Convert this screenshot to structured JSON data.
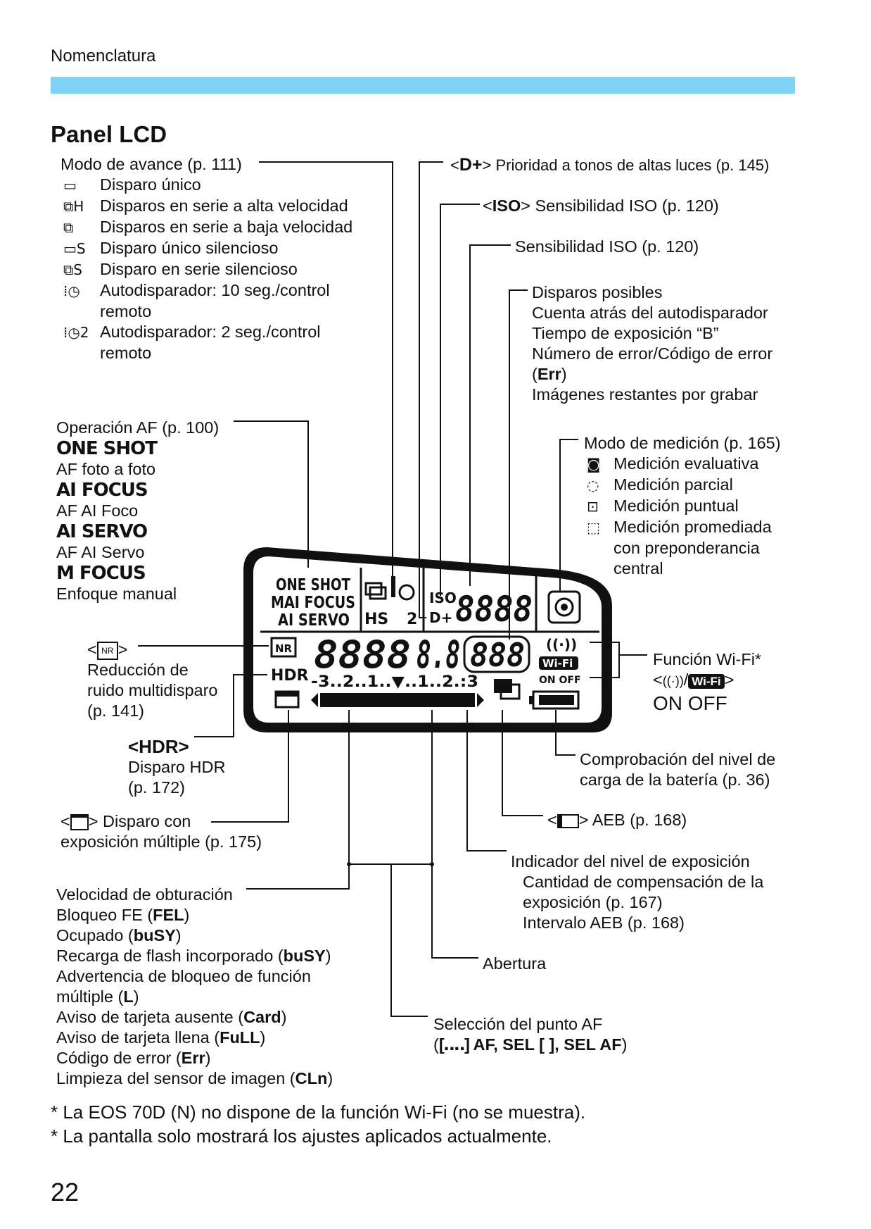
{
  "header": {
    "section": "Nomenclatura",
    "title": "Panel LCD"
  },
  "drive": {
    "label": "Modo de avance (p. 111)",
    "items": [
      {
        "icon": "single-shot-icon",
        "glyph": "▭",
        "text": "Disparo único"
      },
      {
        "icon": "continuous-high-icon",
        "glyph": "⧉H",
        "text": "Disparos en serie a alta velocidad"
      },
      {
        "icon": "continuous-low-icon",
        "glyph": "⧉",
        "text": "Disparos en serie a baja velocidad"
      },
      {
        "icon": "silent-single-icon",
        "glyph": "▭S",
        "text": "Disparo único silencioso"
      },
      {
        "icon": "silent-continuous-icon",
        "glyph": "⧉S",
        "text": "Disparo en serie silencioso"
      },
      {
        "icon": "self-timer-10-icon",
        "glyph": "⁞◷",
        "text": "Autodisparador: 10 seg./control",
        "text2": "remoto"
      },
      {
        "icon": "self-timer-2-icon",
        "glyph": "⁞◷2",
        "text": "Autodisparador: 2 seg./control",
        "text2": "remoto"
      }
    ]
  },
  "af": {
    "label": "Operación AF (p. 100)",
    "items": [
      {
        "mode": "ONE SHOT",
        "text": "AF foto a foto"
      },
      {
        "mode": "AI FOCUS",
        "text": "AF AI Foco"
      },
      {
        "mode": "AI SERVO",
        "text": "AF AI Servo"
      },
      {
        "mode": "M FOCUS",
        "text": "Enfoque manual"
      }
    ]
  },
  "nr": {
    "open": "<",
    "close": ">",
    "l1": "Reducción de",
    "l2": "ruido multidisparo",
    "l3": "(p. 141)"
  },
  "hdr": {
    "tag": "<HDR>",
    "l1": "Disparo HDR",
    "l2": "(p. 172)"
  },
  "multi": {
    "l1": "> Disparo con",
    "open": "<",
    "l2": "exposición múltiple (p. 175)"
  },
  "shutter": {
    "lines": [
      {
        "pre": "Velocidad de obturación",
        "b": "",
        "post": ""
      },
      {
        "pre": "Bloqueo FE (",
        "b": "FEL",
        "post": ")"
      },
      {
        "pre": "Ocupado (",
        "b": "buSY",
        "post": ")"
      },
      {
        "pre": "Recarga de flash incorporado (",
        "b": "buSY",
        "post": ")"
      },
      {
        "pre": "Advertencia de bloqueo de función",
        "b": "",
        "post": ""
      },
      {
        "pre": "múltiple (",
        "b": "L",
        "post": ")"
      },
      {
        "pre": "Aviso de tarjeta ausente (",
        "b": "Card",
        "post": ")"
      },
      {
        "pre": "Aviso de tarjeta llena (",
        "b": "FuLL",
        "post": ")"
      },
      {
        "pre": "Código de error (",
        "b": "Err",
        "post": ")"
      },
      {
        "pre": "Limpieza del sensor de imagen (",
        "b": "CLn",
        "post": ")"
      }
    ]
  },
  "htp": {
    "pre": "<",
    "sym": "D+",
    "post": "> Prioridad a tonos de altas luces (p. 145)"
  },
  "iso_icon": {
    "pre": "<",
    "sym": "ISO",
    "post": "> Sensibilidad ISO (p. 120)"
  },
  "iso_value": "Sensibilidad ISO (p. 120)",
  "shots": {
    "lines": [
      {
        "pre": "Disparos posibles",
        "b": "",
        "post": ""
      },
      {
        "pre": "Cuenta atrás del autodisparador",
        "b": "",
        "post": ""
      },
      {
        "pre": "Tiempo de exposición “B”",
        "b": "",
        "post": ""
      },
      {
        "pre": "Número de error/Código de error",
        "b": "",
        "post": ""
      },
      {
        "pre": "(",
        "b": "Err",
        "post": ")"
      },
      {
        "pre": "Imágenes restantes por grabar",
        "b": "",
        "post": ""
      }
    ]
  },
  "metering": {
    "label": "Modo de medición (p. 165)",
    "items": [
      {
        "icon": "evaluative-metering-icon",
        "glyph": "◙",
        "text": "Medición evaluativa"
      },
      {
        "icon": "partial-metering-icon",
        "glyph": "◌",
        "text": "Medición parcial"
      },
      {
        "icon": "spot-metering-icon",
        "glyph": "⊡",
        "text": "Medición puntual"
      },
      {
        "icon": "center-weighted-icon",
        "glyph": "⬚",
        "text": "Medición promediada",
        "text2": "con preponderancia",
        "text3": "central"
      }
    ]
  },
  "wifi": {
    "label": "Función Wi-Fi*",
    "open": "<",
    "sep": "/",
    "close": ">",
    "badge": "Wi-Fi",
    "onoff": "ON OFF"
  },
  "battery": {
    "l1": "Comprobación del nivel de",
    "l2": "carga de la batería (p. 36)"
  },
  "aeb": {
    "open": "<",
    "text": "> AEB (p. 168)"
  },
  "exposure": {
    "label": "Indicador del nivel de exposición",
    "items": [
      "Cantidad de compensación de la",
      "exposición (p. 167)",
      "Intervalo AEB (p. 168)"
    ]
  },
  "aperture": "Abertura",
  "afpoint": {
    "label": "Selección del punto AF",
    "open": "(",
    "box": "[‥‥]",
    "b": " AF, SEL [ ], SEL AF",
    "close": ")"
  },
  "lcd": {
    "af_modes": [
      "ONE SHOT",
      "MAI FOCUS",
      "AI SERVO"
    ],
    "hs": "HS",
    "two": "2",
    "iso": "ISO",
    "dplus": "D+",
    "iso_digits": "8888",
    "nr": "NR",
    "hdr": "HDR",
    "shutter_digits": "8888",
    "aperture_digits": "8.8",
    "shots_digits": "888",
    "wifi": "Wi-Fi",
    "onoff": "ON  OFF",
    "scale": "-3..2..1..▼..1..2.:3"
  },
  "footnotes": [
    "* La EOS 70D (N) no dispone de la función Wi-Fi (no se muestra).",
    "* La pantalla solo mostrará los ajustes aplicados actualmente."
  ],
  "page_number": "22"
}
